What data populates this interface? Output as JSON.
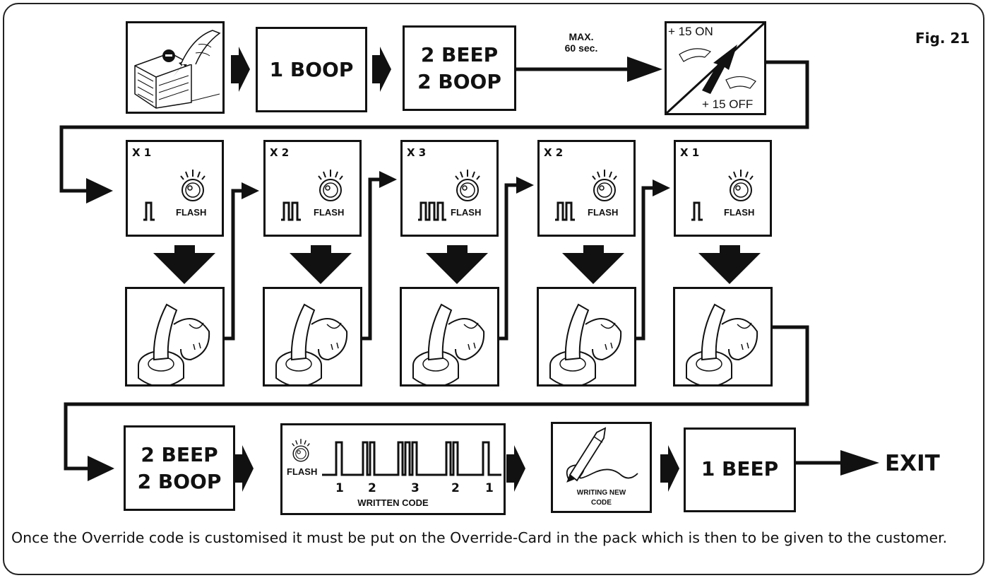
{
  "figure_label": "Fig. 21",
  "step1": {
    "label": "1 BOOP"
  },
  "step2": {
    "line1": "2 BEEP",
    "line2": "2 BOOP"
  },
  "timeout": {
    "line1": "MAX.",
    "line2": "60 sec."
  },
  "ignition": {
    "on_label": "+ 15 ON",
    "off_label": "+ 15 OFF"
  },
  "flash_boxes": [
    {
      "count": "X 1",
      "flash": "FLASH",
      "pulses": 1
    },
    {
      "count": "X 2",
      "flash": "FLASH",
      "pulses": 2
    },
    {
      "count": "X 3",
      "flash": "FLASH",
      "pulses": 3
    },
    {
      "count": "X 2",
      "flash": "FLASH",
      "pulses": 2
    },
    {
      "count": "X 1",
      "flash": "FLASH",
      "pulses": 1
    }
  ],
  "confirm": {
    "line1": "2 BEEP",
    "line2": "2 BOOP"
  },
  "written_code": {
    "flash": "FLASH",
    "digits": [
      "1",
      "2",
      "3",
      "2",
      "1"
    ],
    "title": "WRITTEN CODE"
  },
  "writing": {
    "line1": "WRITING NEW",
    "line2": "CODE"
  },
  "final_beep": {
    "label": "1 BEEP"
  },
  "exit_label": "EXIT",
  "caption": "Once the Override code is customised it must be put on the Override-Card in the pack which is then to be given to the customer."
}
